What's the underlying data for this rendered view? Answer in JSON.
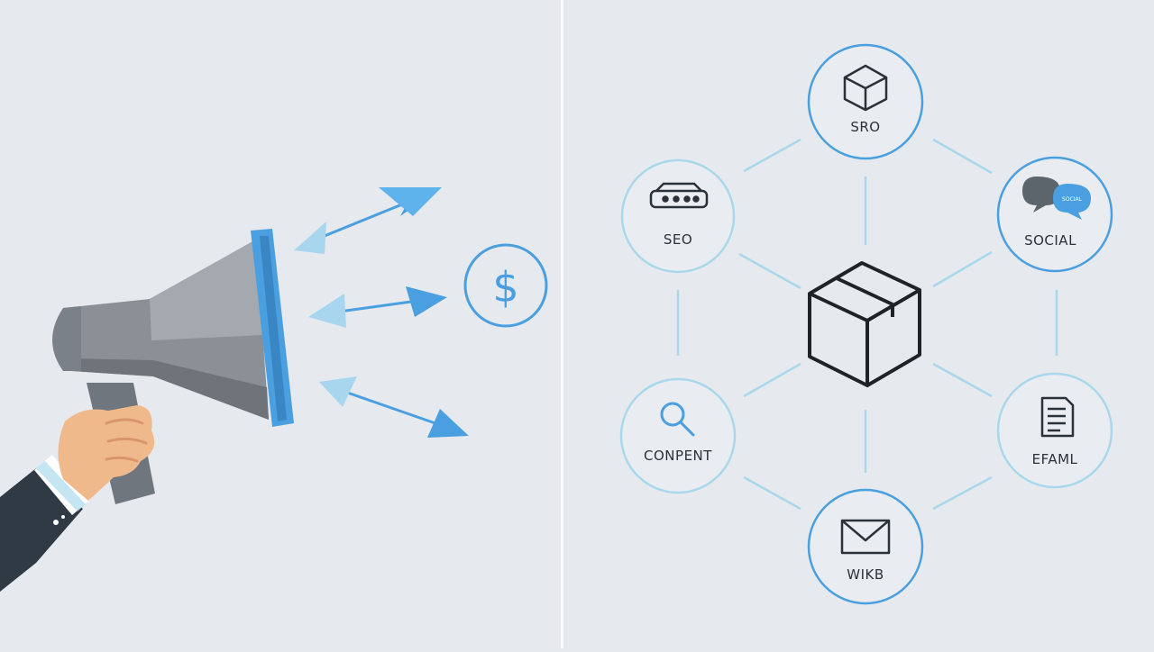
{
  "colors": {
    "background": "#e6e9ed",
    "accent_blue": "#4a9fe0",
    "light_blue": "#9fd3ea",
    "megaphone_gray": "#8a9096",
    "dark_suit": "#2f3a45",
    "skin": "#f0b98c",
    "icon_stroke": "#2b3138"
  },
  "left_panel": {
    "dollar_symbol": "$",
    "dollar_icon": "dollar-coin-icon",
    "megaphone_icon": "megaphone-icon"
  },
  "network": {
    "center_icon": "box-icon",
    "nodes": [
      {
        "id": "top",
        "icon": "cube-icon",
        "label": "SRO"
      },
      {
        "id": "upper-left",
        "icon": "router-icon",
        "label": "SEO"
      },
      {
        "id": "upper-right",
        "icon": "chat-bubbles-icon",
        "label": "SOCIAL",
        "bubble_text": "SOCIAL"
      },
      {
        "id": "lower-left",
        "icon": "magnifier-icon",
        "label": "CONPENT"
      },
      {
        "id": "lower-right",
        "icon": "document-icon",
        "label": "EFAML"
      },
      {
        "id": "bottom",
        "icon": "envelope-icon",
        "label": "WIKB"
      }
    ]
  }
}
